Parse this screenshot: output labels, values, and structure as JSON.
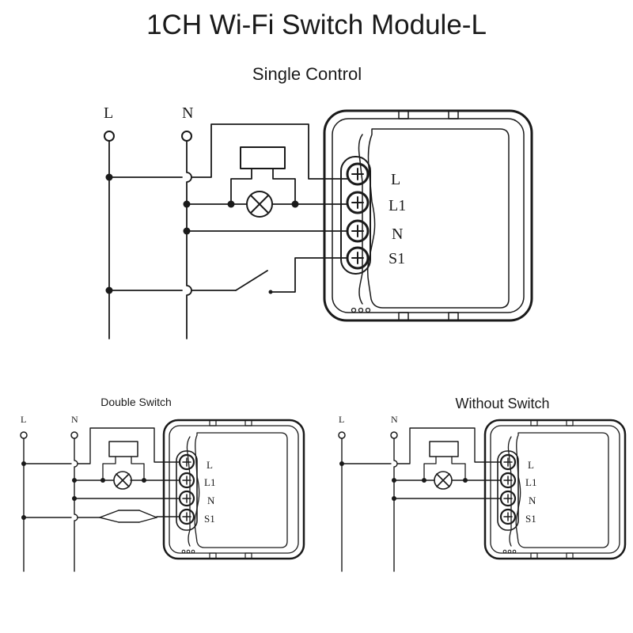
{
  "title": "1CH Wi-Fi Switch Module-L",
  "diagrams": {
    "single": {
      "caption": "Single Control",
      "line_label": "L",
      "neutral_label": "N",
      "terminals": [
        "L",
        "L1",
        "N",
        "S1"
      ]
    },
    "double": {
      "caption": "Double Switch",
      "line_label": "L",
      "neutral_label": "N",
      "terminals": [
        "L",
        "L1",
        "N",
        "S1"
      ]
    },
    "without": {
      "caption": "Without Switch",
      "line_label": "L",
      "neutral_label": "N",
      "terminals": [
        "L",
        "L1",
        "N",
        "S1"
      ]
    }
  }
}
